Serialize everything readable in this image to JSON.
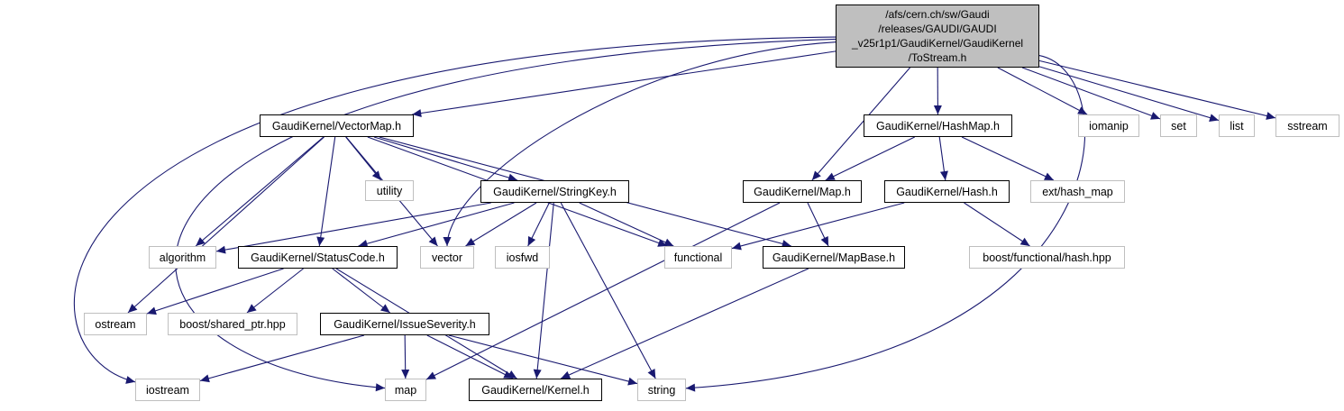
{
  "nodes": [
    {
      "id": "root",
      "label": "/afs/cern.ch/sw/Gaudi\n/releases/GAUDI/GAUDI\n_v25r1p1/GaudiKernel/GaudiKernel\n/ToStream.h",
      "kind": "root"
    },
    {
      "id": "vectormap",
      "label": "GaudiKernel/VectorMap.h",
      "kind": "internal"
    },
    {
      "id": "hashmap",
      "label": "GaudiKernel/HashMap.h",
      "kind": "internal"
    },
    {
      "id": "iomanip",
      "label": "iomanip",
      "kind": "external"
    },
    {
      "id": "set",
      "label": "set",
      "kind": "external"
    },
    {
      "id": "list",
      "label": "list",
      "kind": "external"
    },
    {
      "id": "sstream",
      "label": "sstream",
      "kind": "external"
    },
    {
      "id": "utility",
      "label": "utility",
      "kind": "external"
    },
    {
      "id": "stringkey",
      "label": "GaudiKernel/StringKey.h",
      "kind": "internal"
    },
    {
      "id": "maph",
      "label": "GaudiKernel/Map.h",
      "kind": "internal"
    },
    {
      "id": "hashh",
      "label": "GaudiKernel/Hash.h",
      "kind": "internal"
    },
    {
      "id": "exthashmap",
      "label": "ext/hash_map",
      "kind": "external"
    },
    {
      "id": "algorithm",
      "label": "algorithm",
      "kind": "external"
    },
    {
      "id": "statuscode",
      "label": "GaudiKernel/StatusCode.h",
      "kind": "internal"
    },
    {
      "id": "vector",
      "label": "vector",
      "kind": "external"
    },
    {
      "id": "iosfwd",
      "label": "iosfwd",
      "kind": "external"
    },
    {
      "id": "functional",
      "label": "functional",
      "kind": "external"
    },
    {
      "id": "mapbase",
      "label": "GaudiKernel/MapBase.h",
      "kind": "internal"
    },
    {
      "id": "boosthash",
      "label": "boost/functional/hash.hpp",
      "kind": "external"
    },
    {
      "id": "ostream",
      "label": "ostream",
      "kind": "external"
    },
    {
      "id": "sharedptr",
      "label": "boost/shared_ptr.hpp",
      "kind": "external"
    },
    {
      "id": "issueseverity",
      "label": "GaudiKernel/IssueSeverity.h",
      "kind": "internal"
    },
    {
      "id": "iostream",
      "label": "iostream",
      "kind": "external"
    },
    {
      "id": "map",
      "label": "map",
      "kind": "external"
    },
    {
      "id": "kernelh",
      "label": "GaudiKernel/Kernel.h",
      "kind": "internal"
    },
    {
      "id": "string",
      "label": "string",
      "kind": "external"
    }
  ],
  "edges": [
    [
      "root",
      "vectormap"
    ],
    [
      "root",
      "vector"
    ],
    [
      "root",
      "iostream"
    ],
    [
      "root",
      "map"
    ],
    [
      "root",
      "maph"
    ],
    [
      "root",
      "hashmap"
    ],
    [
      "root",
      "string"
    ],
    [
      "root",
      "iomanip"
    ],
    [
      "root",
      "set"
    ],
    [
      "root",
      "list"
    ],
    [
      "root",
      "sstream"
    ],
    [
      "vectormap",
      "utility"
    ],
    [
      "vectormap",
      "stringkey"
    ],
    [
      "vectormap",
      "algorithm"
    ],
    [
      "vectormap",
      "statuscode"
    ],
    [
      "vectormap",
      "vector"
    ],
    [
      "vectormap",
      "ostream"
    ],
    [
      "vectormap",
      "functional"
    ],
    [
      "vectormap",
      "mapbase"
    ],
    [
      "stringkey",
      "algorithm"
    ],
    [
      "stringkey",
      "statuscode"
    ],
    [
      "stringkey",
      "vector"
    ],
    [
      "stringkey",
      "iosfwd"
    ],
    [
      "stringkey",
      "functional"
    ],
    [
      "stringkey",
      "kernelh"
    ],
    [
      "stringkey",
      "string"
    ],
    [
      "hashmap",
      "maph"
    ],
    [
      "hashmap",
      "hashh"
    ],
    [
      "hashmap",
      "exthashmap"
    ],
    [
      "maph",
      "mapbase"
    ],
    [
      "maph",
      "map"
    ],
    [
      "hashh",
      "functional"
    ],
    [
      "hashh",
      "boosthash"
    ],
    [
      "mapbase",
      "kernelh"
    ],
    [
      "statuscode",
      "ostream"
    ],
    [
      "statuscode",
      "sharedptr"
    ],
    [
      "statuscode",
      "issueseverity"
    ],
    [
      "statuscode",
      "kernelh"
    ],
    [
      "issueseverity",
      "iostream"
    ],
    [
      "issueseverity",
      "map"
    ],
    [
      "issueseverity",
      "kernelh"
    ],
    [
      "issueseverity",
      "string"
    ]
  ],
  "colors": {
    "edge": "#191970",
    "root_fill": "#bfbfbf",
    "external_border": "#bfbfbf",
    "internal_border": "#000000"
  }
}
